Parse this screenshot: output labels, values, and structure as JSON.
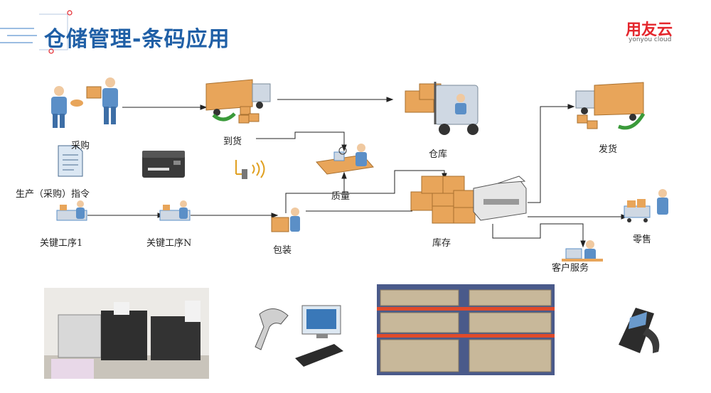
{
  "header": {
    "title": "仓储管理-条码应用",
    "logo_main": "用友云",
    "logo_sub": "yonyou cloud"
  },
  "nodes": {
    "purchase": "采购",
    "arrival": "到货",
    "warehouse": "仓库",
    "shipping": "发货",
    "production_order": "生产（采购）指令",
    "quality": "质量",
    "key_step_1": "关键工序1",
    "key_step_n": "关键工序N",
    "packing": "包装",
    "inventory": "库存",
    "retail": "零售",
    "customer_service": "客户服务"
  },
  "colors": {
    "title": "#1f5fa6",
    "logo": "#e4262c",
    "box": "#e8a55a",
    "truck": "#cfd8e3",
    "arrow_green": "#3a9a3a",
    "person": "#5b8fc7"
  }
}
